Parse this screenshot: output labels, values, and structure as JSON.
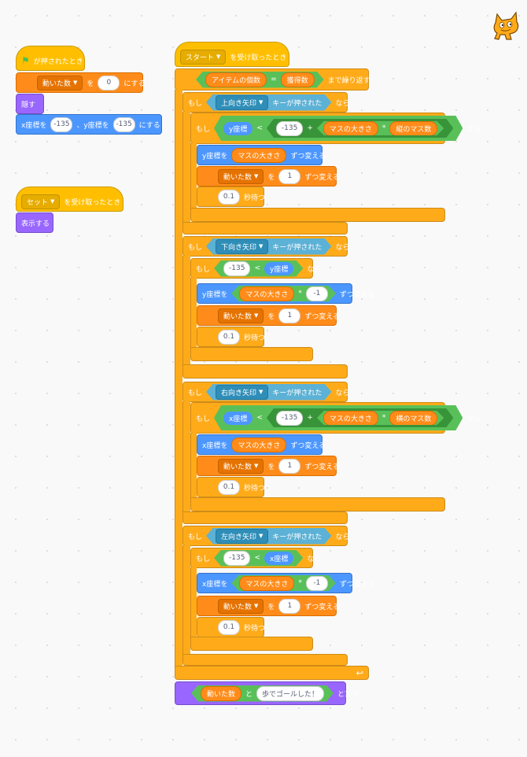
{
  "script1": {
    "hat": "が押されたとき",
    "set_var": {
      "var": "動いた数",
      "to": "を",
      "value": "0",
      "suffix": "にする"
    },
    "hide": "隠す",
    "goto": {
      "x_label": "x座標を",
      "x": "-135",
      "y_label": "、y座標を",
      "y": "-135",
      "suffix": "にする"
    }
  },
  "script2": {
    "hat": {
      "msg": "セット",
      "suffix": "を受け取ったとき"
    },
    "show": "表示する"
  },
  "script3": {
    "hat": {
      "msg": "スタート",
      "suffix": "を受け取ったとき"
    },
    "repeat_until": {
      "left": "アイテムの個数",
      "op": "=",
      "right": "獲得数",
      "suffix": "まで繰り返す"
    },
    "if_label": "もし",
    "then_label": "なら",
    "key_suffix": "キーが押された",
    "up": {
      "key": "上向き矢印",
      "cond": {
        "coord": "y座標",
        "lt": "<",
        "n": "-135",
        "plus": "+",
        "size": "マスの大きさ",
        "times": "*",
        "count": "縦のマス数"
      },
      "change": {
        "label": "y座標を",
        "val": "マスの大きさ",
        "suffix": "ずつ変える"
      },
      "var_change": {
        "var": "動いた数",
        "by": "を",
        "n": "1",
        "suffix": "ずつ変える"
      },
      "wait": {
        "n": "0.1",
        "suffix": "秒待つ"
      }
    },
    "down": {
      "key": "下向き矢印",
      "cond": {
        "n": "-135",
        "lt": "<",
        "coord": "y座標"
      },
      "change": {
        "label": "y座標を",
        "val": "マスの大きさ",
        "times": "*",
        "n": "-1",
        "suffix": "ずつ変える"
      },
      "var_change": {
        "var": "動いた数",
        "by": "を",
        "n": "1",
        "suffix": "ずつ変える"
      },
      "wait": {
        "n": "0.1",
        "suffix": "秒待つ"
      }
    },
    "right": {
      "key": "右向き矢印",
      "cond": {
        "coord": "x座標",
        "lt": "<",
        "n": "-135",
        "plus": "+",
        "size": "マスの大きさ",
        "times": "*",
        "count": "横のマス数"
      },
      "change": {
        "label": "x座標を",
        "val": "マスの大きさ",
        "suffix": "ずつ変える"
      },
      "var_change": {
        "var": "動いた数",
        "by": "を",
        "n": "1",
        "suffix": "ずつ変える"
      },
      "wait": {
        "n": "0.1",
        "suffix": "秒待つ"
      }
    },
    "left": {
      "key": "左向き矢印",
      "cond": {
        "n": "-135",
        "lt": "<",
        "coord": "x座標"
      },
      "change": {
        "label": "x座標を",
        "val": "マスの大きさ",
        "times": "*",
        "n": "-1",
        "suffix": "ずつ変える"
      },
      "var_change": {
        "var": "動いた数",
        "by": "を",
        "n": "1",
        "suffix": "ずつ変える"
      },
      "wait": {
        "n": "0.1",
        "suffix": "秒待つ"
      }
    },
    "say": {
      "a": "動いた数",
      "join": "と",
      "b": "歩でゴールした！",
      "suffix": "と言う"
    },
    "loop_icon": "↩"
  },
  "icons": {
    "flag": "green-flag-icon",
    "caret": "▼",
    "cat": "scratch-cat-icon"
  },
  "colors": {
    "events": "#ffbf00",
    "control": "#ffab19",
    "variables": "#ff8c1a",
    "motion": "#4c97ff",
    "looks": "#9966ff",
    "sensing": "#5cb1d6",
    "operators": "#59c059"
  }
}
